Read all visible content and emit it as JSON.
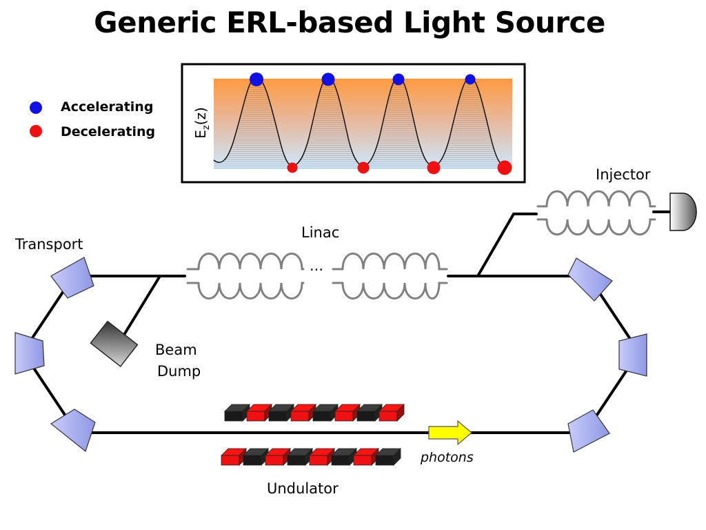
{
  "title": "Generic ERL-based Light Source",
  "legend": {
    "accelerating": "Accelerating",
    "decelerating": "Decelerating",
    "accelerating_color": "#1010e0",
    "decelerating_color": "#ee1111"
  },
  "inset": {
    "axis_label_main": "E",
    "axis_label_sub": "z",
    "axis_label_arg": "(z)"
  },
  "labels": {
    "injector": "Injector",
    "linac": "Linac",
    "linac_ellipsis": "...",
    "transport": "Transport",
    "beam_dump_line1": "Beam",
    "beam_dump_line2": "Dump",
    "undulator": "Undulator",
    "photons": "photons"
  },
  "colors": {
    "magnet_fill": "#aab0f0",
    "cavity_stroke": "#7f7f7f",
    "undulator_red": "#ee1111",
    "undulator_black": "#1a1a1a",
    "photon_arrow": "#ffff00",
    "gradient_top": "#ff9a40",
    "gradient_bottom": "#cfe8ff"
  }
}
